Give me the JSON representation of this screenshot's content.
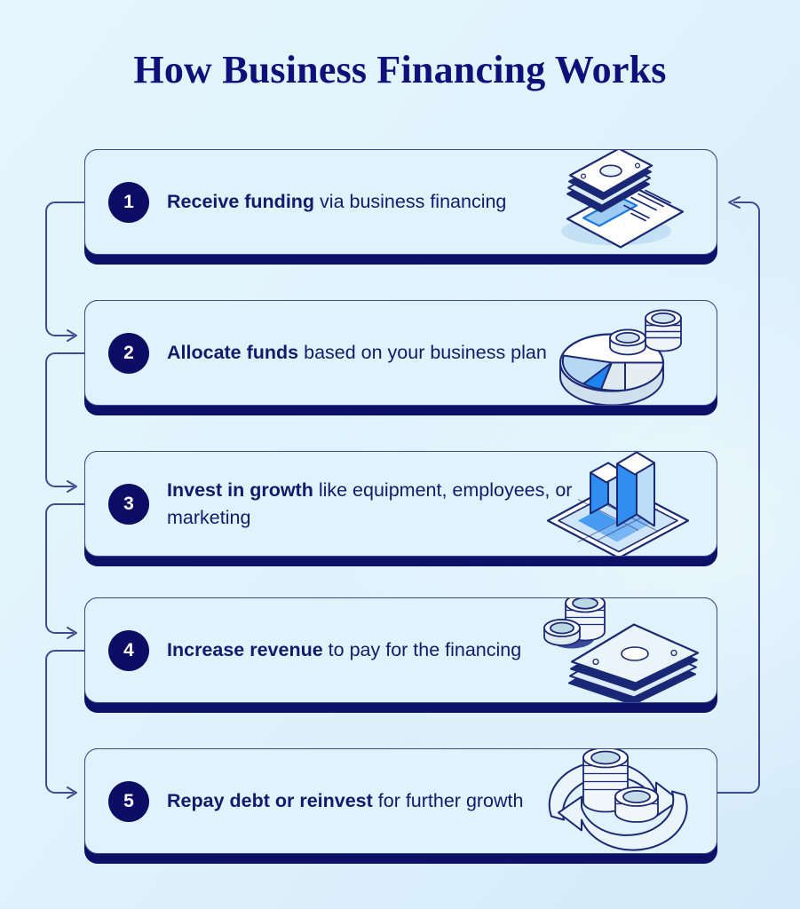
{
  "page": {
    "title": "How Business Financing Works",
    "background_color": "#e2f4fc",
    "accent_navy": "#0d0d66",
    "card_fill": "#e0f2fc",
    "connector_color": "#3e4a93"
  },
  "steps": [
    {
      "number": "1",
      "bold": "Receive funding",
      "rest": " via business financing",
      "illustration": "cash-on-document-icon"
    },
    {
      "number": "2",
      "bold": "Allocate funds",
      "rest": " based on your business plan",
      "illustration": "pie-chart-with-coins-icon"
    },
    {
      "number": "3",
      "bold": "Invest in growth",
      "rest": " like equipment, employees, or marketing",
      "illustration": "bar-chart-icon"
    },
    {
      "number": "4",
      "bold": "Increase revenue",
      "rest": " to pay for the financing",
      "illustration": "cash-and-coins-icon"
    },
    {
      "number": "5",
      "bold": "Repay debt or reinvest",
      "rest": " for further growth",
      "illustration": "recycle-coins-icon"
    }
  ],
  "flow": {
    "description": "Sequential loop: step 1 to 2 to 3 to 4 to 5, then returns from step 5 back to step 1",
    "arrow_count": 5
  }
}
